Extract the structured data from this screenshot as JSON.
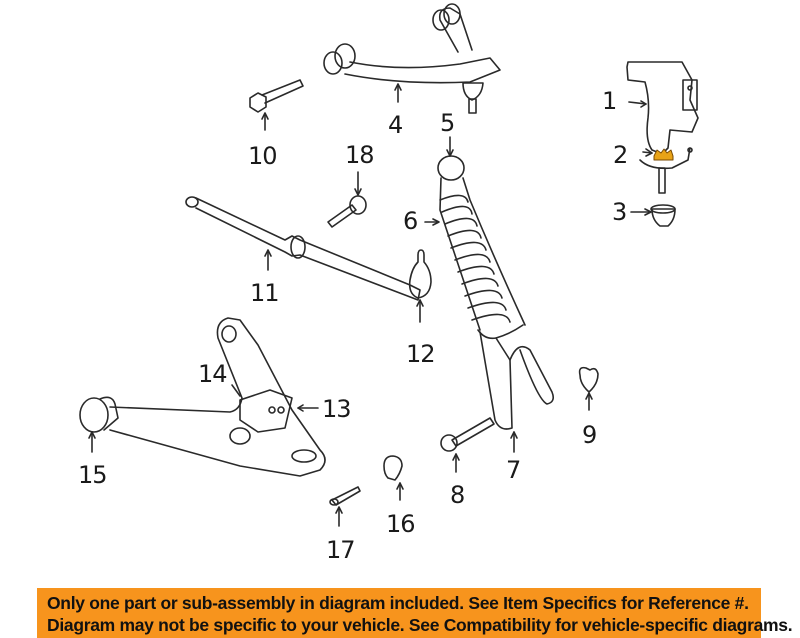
{
  "diagram": {
    "title": "Front suspension parts diagram",
    "callouts": [
      {
        "id": "1",
        "label": "1",
        "part": "steering-knuckle"
      },
      {
        "id": "2",
        "label": "2",
        "part": "knuckle-nut-highlighted"
      },
      {
        "id": "3",
        "label": "3",
        "part": "dust-boot"
      },
      {
        "id": "4",
        "label": "4",
        "part": "upper-control-arm"
      },
      {
        "id": "5",
        "label": "5",
        "part": "upper-bushing"
      },
      {
        "id": "6",
        "label": "6",
        "part": "coil-spring-shock"
      },
      {
        "id": "7",
        "label": "7",
        "part": "shock-fork"
      },
      {
        "id": "8",
        "label": "8",
        "part": "fork-bolt"
      },
      {
        "id": "9",
        "label": "9",
        "part": "nut"
      },
      {
        "id": "10",
        "label": "10",
        "part": "upper-arm-bolt"
      },
      {
        "id": "11",
        "label": "11",
        "part": "tie-rod"
      },
      {
        "id": "12",
        "label": "12",
        "part": "tie-rod-end"
      },
      {
        "id": "13",
        "label": "13",
        "part": "lower-arm-bushing-rear"
      },
      {
        "id": "14",
        "label": "14",
        "part": "lower-arm-bushing"
      },
      {
        "id": "15",
        "label": "15",
        "part": "lower-arm-front-bushing"
      },
      {
        "id": "16",
        "label": "16",
        "part": "nut"
      },
      {
        "id": "17",
        "label": "17",
        "part": "bolt"
      },
      {
        "id": "18",
        "label": "18",
        "part": "bolt"
      }
    ],
    "highlight_color": "#e8a317",
    "line_color": "#2a2a2a"
  },
  "banner": {
    "line1": "Only one part or sub-assembly in diagram included. See Item Specifics for Reference #.",
    "line2": "Diagram may not be specific to your vehicle. See Compatibility for vehicle-specific diagrams.",
    "background": "#f7941d",
    "text_color": "#111111"
  }
}
